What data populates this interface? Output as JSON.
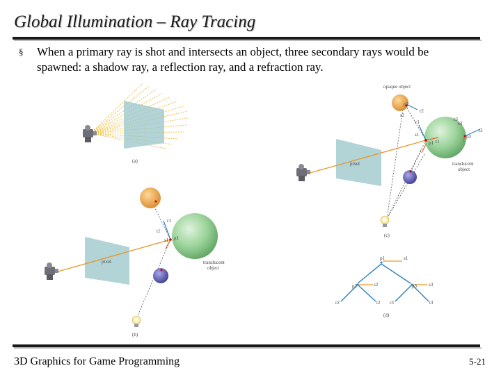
{
  "title": "Global Illumination – Ray Tracing",
  "bullet": {
    "marker": "§",
    "text": "When a primary ray is shot and intersects an object, three secondary rays would be spawned: a shadow ray, a reflection ray, and a refraction ray."
  },
  "figure": {
    "panel_a": {
      "caption": "(a)"
    },
    "panel_b": {
      "caption": "(b)",
      "pixel_label": "pixel",
      "translucent_1": "translucent",
      "translucent_2": "object",
      "p1": "p1",
      "s1": "s1",
      "r1": "r1",
      "t1": "t1"
    },
    "panel_c": {
      "caption": "(c)",
      "pixel_label": "pixel",
      "opaque_label": "opaque object",
      "translucent_1": "translucent",
      "translucent_2": "object",
      "p1": "p1",
      "p2": "p2",
      "p3": "p3",
      "s1": "s1",
      "s2": "s2",
      "s3": "s3",
      "r1": "r1",
      "r2": "r2",
      "r3": "r3",
      "t1": "t1",
      "t3": "t3"
    },
    "panel_d": {
      "caption": "(d)",
      "p1": "p1",
      "s1": "s1",
      "p2": "p2",
      "s2": "s2",
      "p3": "p3",
      "s3": "s3",
      "r2": "r2",
      "t2": "t2",
      "r3": "r3",
      "t3": "t3"
    }
  },
  "footer": {
    "left": "3D Graphics for Game Programming",
    "right": "5-21"
  }
}
